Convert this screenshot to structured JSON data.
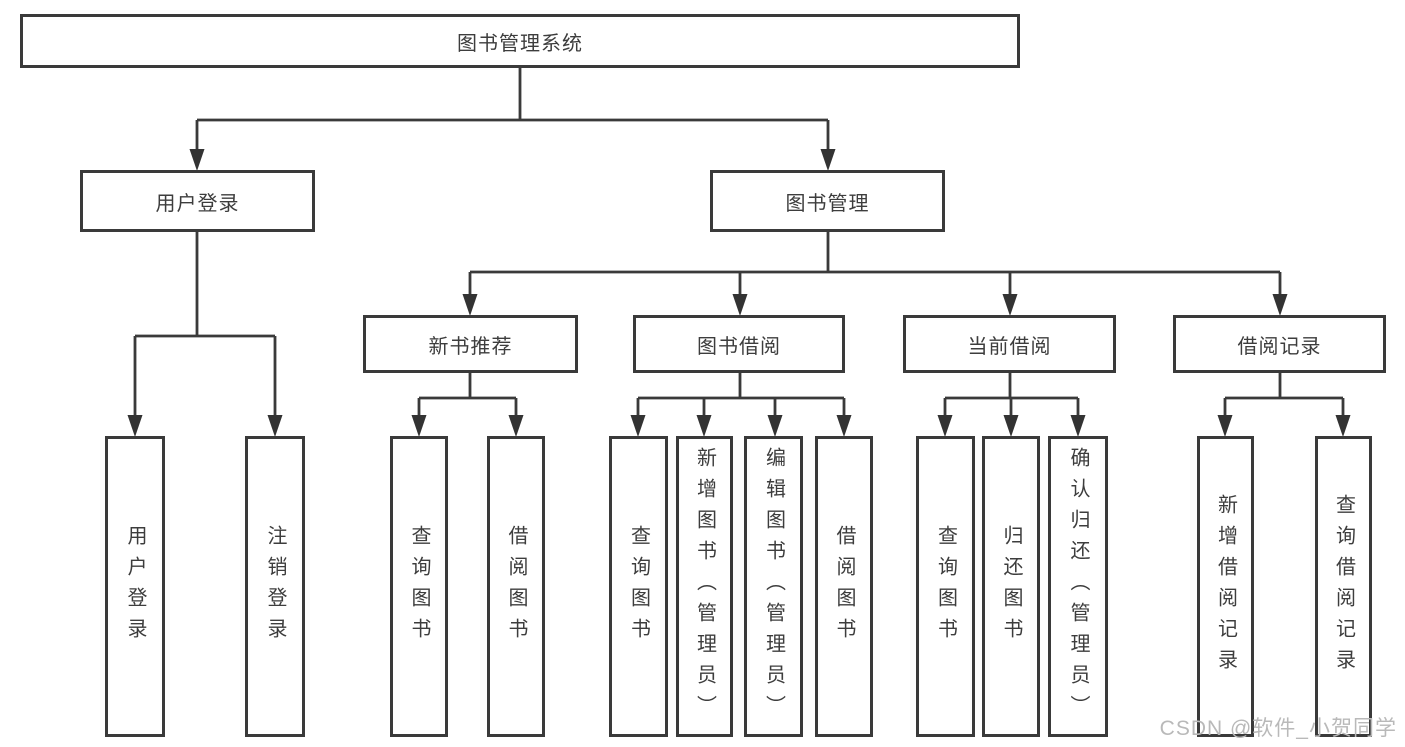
{
  "diagram_type": "hierarchy-tree",
  "colors": {
    "line": "#3a3a3a",
    "box_border": "#3a3a3a",
    "box_fill": "#ffffff",
    "text": "#3d3d3d",
    "watermark": "#b9b9b9",
    "background": "#ffffff"
  },
  "tree": {
    "root": {
      "label": "图书管理系统"
    },
    "children": [
      {
        "label": "用户登录",
        "children": [
          {
            "label": "用户登录"
          },
          {
            "label": "注销登录"
          }
        ]
      },
      {
        "label": "图书管理",
        "children": [
          {
            "label": "新书推荐",
            "children": [
              {
                "label": "查询图书"
              },
              {
                "label": "借阅图书"
              }
            ]
          },
          {
            "label": "图书借阅",
            "children": [
              {
                "label": "查询图书"
              },
              {
                "label": "新增图书（管理员）"
              },
              {
                "label": "编辑图书（管理员）"
              },
              {
                "label": "借阅图书"
              }
            ]
          },
          {
            "label": "当前借阅",
            "children": [
              {
                "label": "查询图书"
              },
              {
                "label": "归还图书"
              },
              {
                "label": "确认归还（管理员）"
              }
            ]
          },
          {
            "label": "借阅记录",
            "children": [
              {
                "label": "新增借阅记录"
              },
              {
                "label": "查询借阅记录"
              }
            ]
          }
        ]
      }
    ]
  },
  "watermark": {
    "text": "CSDN @软件_小贺同学"
  }
}
